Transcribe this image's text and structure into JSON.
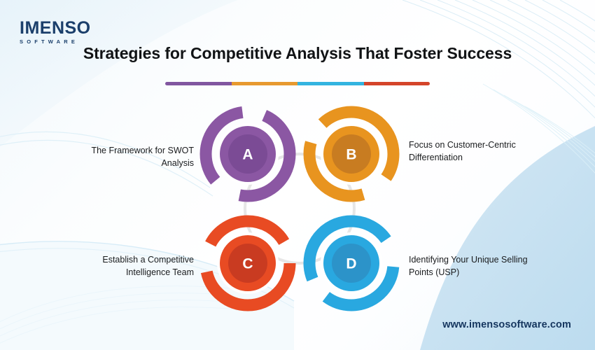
{
  "brand": {
    "logo_word": "IMENSO",
    "logo_sub": "SOFTWARE",
    "logo_color": "#1b3f6b"
  },
  "header": {
    "title": "Strategies for Competitive Analysis That Foster Success"
  },
  "divider": {
    "segments": [
      {
        "name": "purple",
        "color": "#8156a0"
      },
      {
        "name": "orange",
        "color": "#e79a2f"
      },
      {
        "name": "blue",
        "color": "#33b4e0"
      },
      {
        "name": "red",
        "color": "#d4442a"
      }
    ]
  },
  "diagram": {
    "connector_color": "#e6e6e6",
    "nodes": [
      {
        "id": "a",
        "letter": "A",
        "label": "The Framework for SWOT Analysis",
        "ring_color": "#8b57a3",
        "core_color": "#7b4b95",
        "position": "top-left",
        "label_side": "left"
      },
      {
        "id": "b",
        "letter": "B",
        "label": "Focus on Customer-Centric Differentiation",
        "ring_color": "#e8941f",
        "core_color": "#c87c21",
        "position": "top-right",
        "label_side": "right"
      },
      {
        "id": "c",
        "letter": "C",
        "label": "Establish a Competitive Intelligence Team",
        "ring_color": "#e84b23",
        "core_color": "#c93b21",
        "position": "bottom-left",
        "label_side": "left"
      },
      {
        "id": "d",
        "letter": "D",
        "label": "Identifying Your Unique Selling Points (USP)",
        "ring_color": "#29a8e0",
        "core_color": "#2c93c9",
        "position": "bottom-right",
        "label_side": "right"
      }
    ]
  },
  "footer": {
    "url": "www.imensosoftware.com"
  },
  "background": {
    "base_color": "#ffffff",
    "tint_color": "#eff7fb",
    "corner_shape_color": "#c4e0f0",
    "line_color": "#dcedf6"
  }
}
